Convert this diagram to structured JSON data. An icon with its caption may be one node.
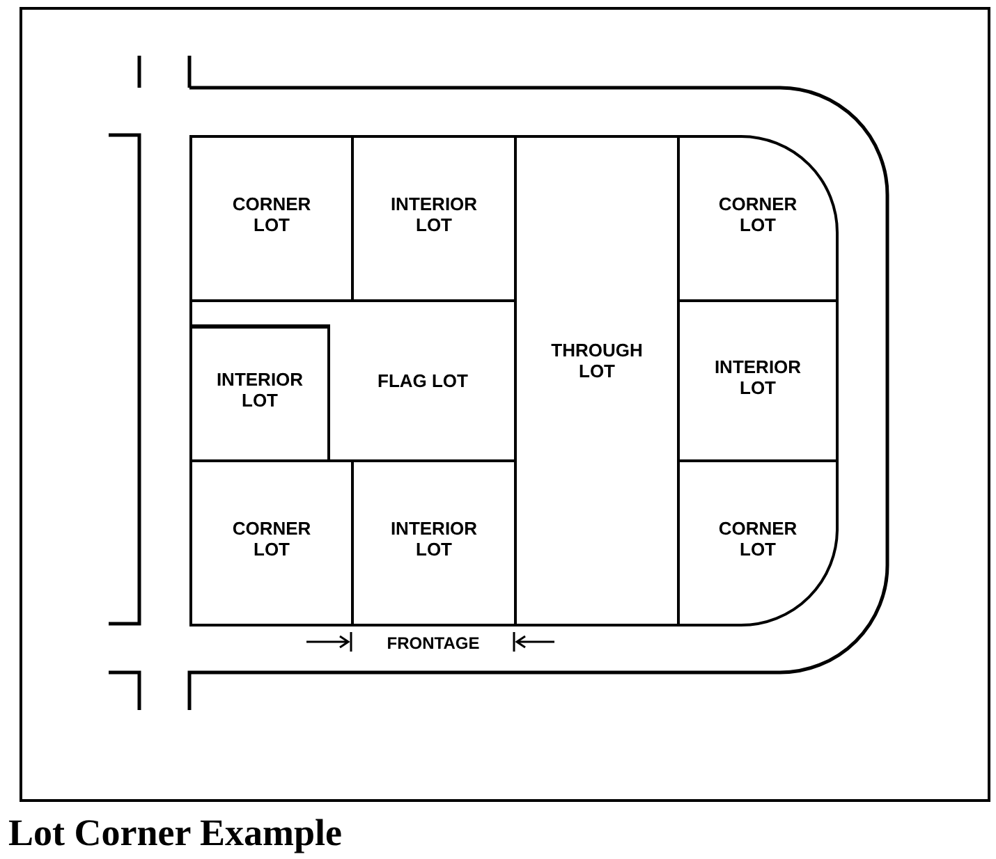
{
  "diagram": {
    "caption": "Lot Corner Example",
    "nodes": [
      {
        "text": [
          "CORNER LOT"
        ]
      },
      {
        "text": [
          "INTERIOR LOT"
        ]
      },
      {
        "text": [
          "THROUGH LOT"
        ]
      },
      {
        "text": [
          "CORNER LOT"
        ]
      },
      {
        "text": [
          "INTERIOR LOT"
        ]
      },
      {
        "text": [
          "FLAG LOT"
        ]
      },
      {
        "text": [
          "INTERIOR LOT"
        ]
      },
      {
        "text": [
          "CORNER LOT"
        ]
      },
      {
        "text": [
          "INTERIOR LOT"
        ]
      },
      {
        "text": [
          "CORNER LOT"
        ]
      }
    ],
    "labels": [
      "FRONTAGE"
    ]
  }
}
